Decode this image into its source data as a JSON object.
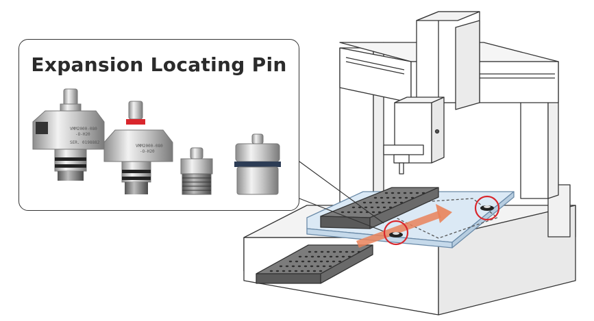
{
  "callout": {
    "title": "Expansion Locating Pin"
  },
  "pins": [
    {
      "label_line1": "VMM2000-080",
      "label_line2": "-O-H20",
      "label_line3": "SER. 0198882"
    },
    {
      "label_line1": "VMM2000-080",
      "label_line2": "-O-H20",
      "label_line3": ""
    }
  ],
  "colors": {
    "highlight_circle": "#d9262c",
    "flow_arrow": "#e9835a",
    "table_glass": "#dbe9f5",
    "outline": "#333333"
  }
}
